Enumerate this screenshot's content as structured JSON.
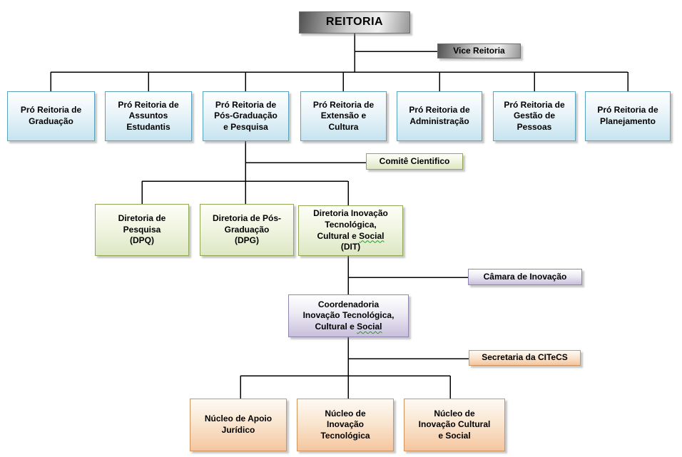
{
  "chart": {
    "type": "org-chart",
    "background": "#ffffff",
    "line_color": "#000000"
  },
  "styles": {
    "gray": {
      "fill_left": "#525252",
      "fill_mid": "#cfcfcf",
      "fill_light": "#f0f0f0",
      "fill_right": "#969696",
      "border": "#6e6e6e",
      "text": "#000000"
    },
    "blue": {
      "fill_top": "#fdfeff",
      "fill_mid": "#e9f4f9",
      "fill_bottom": "#c6e3ef",
      "border": "#5ba3bd",
      "text": "#000000"
    },
    "green": {
      "fill_top": "#fdfef8",
      "fill_mid": "#f1f5e2",
      "fill_bottom": "#dde7c4",
      "border": "#93a854",
      "text": "#000000"
    },
    "purple": {
      "fill_top": "#ffffff",
      "fill_mid": "#eceaf3",
      "fill_bottom": "#c8bfdb",
      "border": "#9184ae",
      "text": "#000000"
    },
    "orange": {
      "fill_top": "#fefaf4",
      "fill_mid": "#fae6d1",
      "fill_bottom": "#f4c69e",
      "border": "#d0945c",
      "text": "#000000"
    }
  },
  "nodes": [
    {
      "id": "reitoria",
      "style": "gray",
      "lines": [
        "REITORIA"
      ]
    },
    {
      "id": "vice-reitoria",
      "style": "gray",
      "lines": [
        "Vice Reitoria"
      ]
    },
    {
      "id": "pro-graduacao",
      "style": "blue",
      "lines": [
        "Pró Reitoria de",
        "Graduação"
      ]
    },
    {
      "id": "pro-assuntos-estudantis",
      "style": "blue",
      "lines": [
        "Pró Reitoria de",
        "Assuntos",
        "Estudantis"
      ]
    },
    {
      "id": "pro-pos-graduacao-pesquisa",
      "style": "blue",
      "lines": [
        "Pró Reitoria de",
        "Pós-Graduação",
        "e Pesquisa"
      ]
    },
    {
      "id": "pro-extensao-cultura",
      "style": "blue",
      "lines": [
        "Pró Reitoria de",
        "Extensão e",
        "Cultura"
      ]
    },
    {
      "id": "pro-administracao",
      "style": "blue",
      "lines": [
        "Pró Reitoria de",
        "Administração"
      ]
    },
    {
      "id": "pro-gestao-pessoas",
      "style": "blue",
      "lines": [
        "Pró Reitoria de",
        "Gestão de",
        "Pessoas"
      ]
    },
    {
      "id": "pro-planejamento",
      "style": "blue",
      "lines": [
        "Pró Reitoria de",
        "Planejamento"
      ]
    },
    {
      "id": "comite-cientifico",
      "style": "green",
      "lines": [
        "Comitê Cientifico"
      ]
    },
    {
      "id": "diretoria-pesquisa",
      "style": "green",
      "lines": [
        "Diretoria de",
        "Pesquisa",
        "(DPQ)"
      ]
    },
    {
      "id": "diretoria-pos-graduacao",
      "style": "green",
      "lines": [
        "Diretoria de Pós-",
        "Graduação",
        "(DPG)"
      ]
    },
    {
      "id": "diretoria-inovacao",
      "style": "green",
      "lines": [
        "Diretoria Inovação",
        "Tecnológica,",
        "Cultural e Social",
        "(DIT)"
      ],
      "spellcheck_wavy_word": "Social"
    },
    {
      "id": "camara-inovacao",
      "style": "purple",
      "lines": [
        "Câmara de Inovação"
      ]
    },
    {
      "id": "coordenadoria-citecs",
      "style": "purple",
      "lines": [
        "Coordenadoria",
        "Inovação Tecnológica,",
        "Cultural e Social"
      ],
      "spellcheck_wavy_word": "Social"
    },
    {
      "id": "secretaria-citecs",
      "style": "orange",
      "lines": [
        "Secretaria da CITeCS"
      ]
    },
    {
      "id": "nucleo-apoio-juridico",
      "style": "orange",
      "lines": [
        "Núcleo de Apoio",
        "Jurídico"
      ]
    },
    {
      "id": "nucleo-inovacao-tecnologica",
      "style": "orange",
      "lines": [
        "Núcleo de",
        "Inovação",
        "Tecnológica"
      ]
    },
    {
      "id": "nucleo-inovacao-cultural-social",
      "style": "orange",
      "lines": [
        "Núcleo de",
        "Inovação Cultural",
        "e Social"
      ]
    }
  ],
  "edges": [
    {
      "parent": "reitoria",
      "child": "vice-reitoria",
      "kind": "assistant"
    },
    {
      "parent": "reitoria",
      "child": "pro-graduacao",
      "kind": "report"
    },
    {
      "parent": "reitoria",
      "child": "pro-assuntos-estudantis",
      "kind": "report"
    },
    {
      "parent": "reitoria",
      "child": "pro-pos-graduacao-pesquisa",
      "kind": "report"
    },
    {
      "parent": "reitoria",
      "child": "pro-extensao-cultura",
      "kind": "report"
    },
    {
      "parent": "reitoria",
      "child": "pro-administracao",
      "kind": "report"
    },
    {
      "parent": "reitoria",
      "child": "pro-gestao-pessoas",
      "kind": "report"
    },
    {
      "parent": "reitoria",
      "child": "pro-planejamento",
      "kind": "report"
    },
    {
      "parent": "pro-pos-graduacao-pesquisa",
      "child": "comite-cientifico",
      "kind": "assistant"
    },
    {
      "parent": "pro-pos-graduacao-pesquisa",
      "child": "diretoria-pesquisa",
      "kind": "report"
    },
    {
      "parent": "pro-pos-graduacao-pesquisa",
      "child": "diretoria-pos-graduacao",
      "kind": "report"
    },
    {
      "parent": "pro-pos-graduacao-pesquisa",
      "child": "diretoria-inovacao",
      "kind": "report"
    },
    {
      "parent": "diretoria-inovacao",
      "child": "camara-inovacao",
      "kind": "assistant"
    },
    {
      "parent": "diretoria-inovacao",
      "child": "coordenadoria-citecs",
      "kind": "report"
    },
    {
      "parent": "coordenadoria-citecs",
      "child": "secretaria-citecs",
      "kind": "assistant"
    },
    {
      "parent": "coordenadoria-citecs",
      "child": "nucleo-apoio-juridico",
      "kind": "report"
    },
    {
      "parent": "coordenadoria-citecs",
      "child": "nucleo-inovacao-tecnologica",
      "kind": "report"
    },
    {
      "parent": "coordenadoria-citecs",
      "child": "nucleo-inovacao-cultural-social",
      "kind": "report"
    }
  ]
}
